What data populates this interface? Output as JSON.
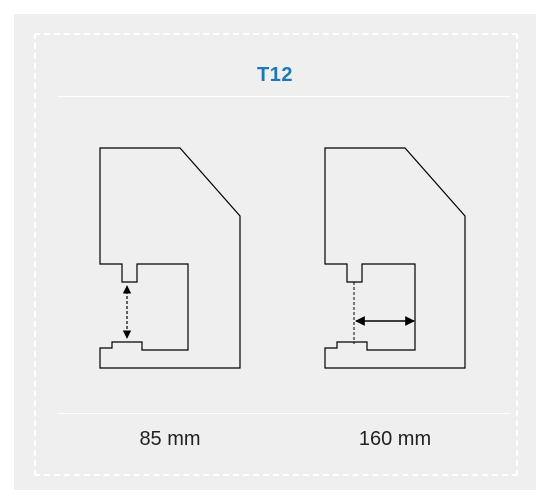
{
  "title": "T12",
  "colors": {
    "accent": "#1f78b4",
    "background": "#efefef",
    "stroke": "#000000"
  },
  "dimensions": [
    {
      "label": "85 mm"
    },
    {
      "label": "160 mm"
    }
  ]
}
